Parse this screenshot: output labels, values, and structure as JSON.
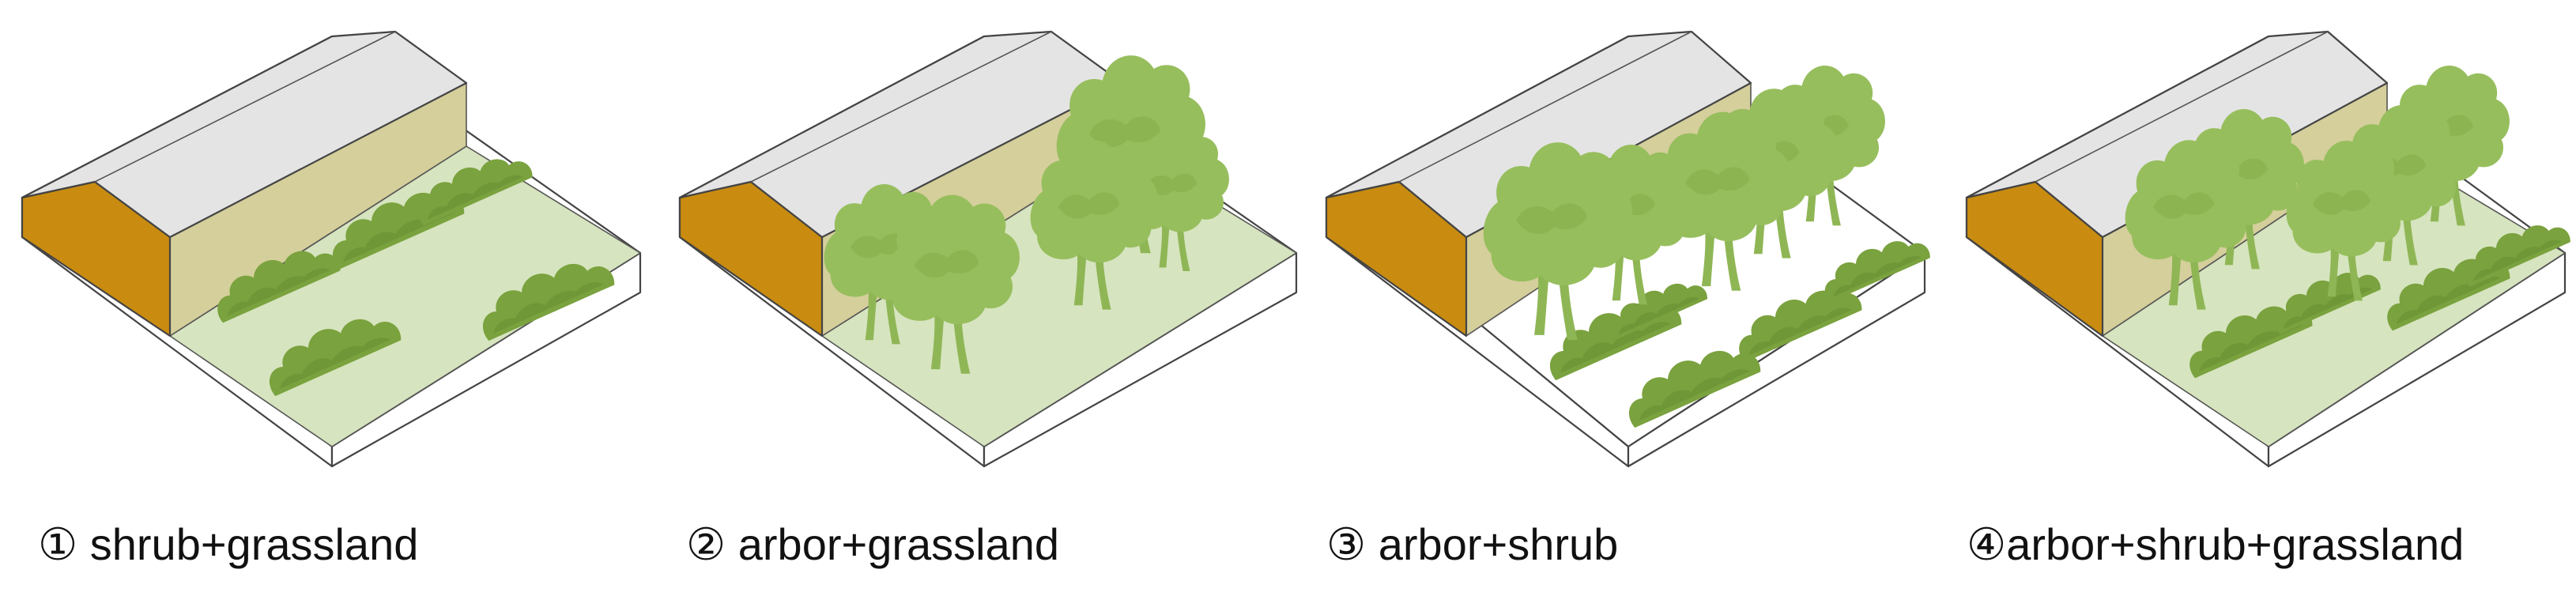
{
  "panels": [
    {
      "caption": "① shrub+grassland"
    },
    {
      "caption": "② arbor+grassland"
    },
    {
      "caption": "③ arbor+shrub"
    },
    {
      "caption": "④arbor+shrub+grassland"
    }
  ],
  "colors": {
    "roof": "#e4e4e4",
    "gable": "#c98c10",
    "wall": "#d4cf9b",
    "grass": "#d6e4bf",
    "platform": "#ffffff",
    "tree": "#97be5d",
    "tree_dark": "#84ad4c",
    "trunk": "#8fb655",
    "shrub": "#7aa23e",
    "edge": "#444444"
  }
}
